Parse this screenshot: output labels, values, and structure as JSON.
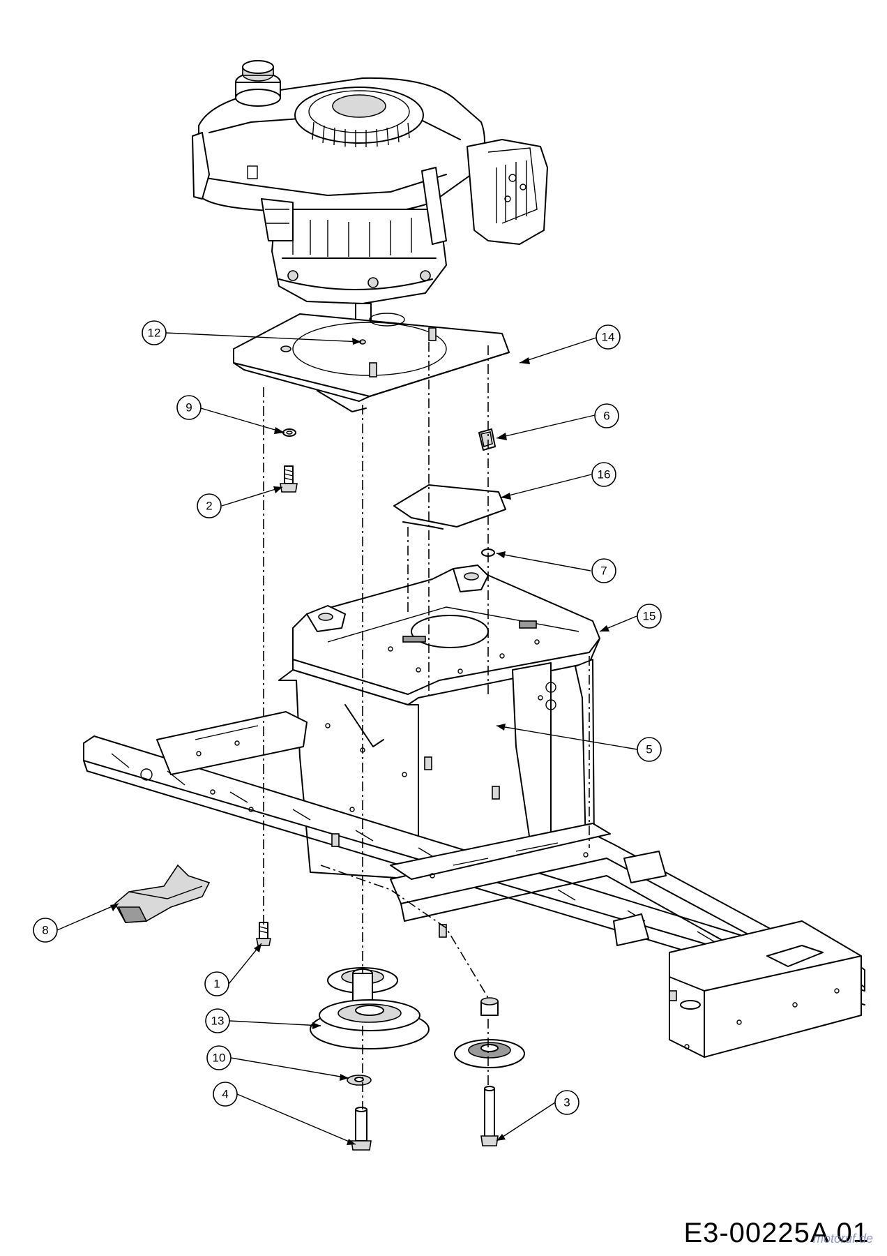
{
  "diagram": {
    "code": "E3-00225A 01",
    "watermark": "motoruf.de",
    "callouts": [
      {
        "id": "c12",
        "label": "12"
      },
      {
        "id": "c14",
        "label": "14"
      },
      {
        "id": "c9",
        "label": "9"
      },
      {
        "id": "c6",
        "label": "6"
      },
      {
        "id": "c2",
        "label": "2"
      },
      {
        "id": "c16",
        "label": "16"
      },
      {
        "id": "c7",
        "label": "7"
      },
      {
        "id": "c15",
        "label": "15"
      },
      {
        "id": "c5",
        "label": "5"
      },
      {
        "id": "c8",
        "label": "8"
      },
      {
        "id": "c1",
        "label": "1"
      },
      {
        "id": "c13",
        "label": "13"
      },
      {
        "id": "c10",
        "label": "10"
      },
      {
        "id": "c4",
        "label": "4"
      },
      {
        "id": "c3",
        "label": "3"
      }
    ]
  }
}
